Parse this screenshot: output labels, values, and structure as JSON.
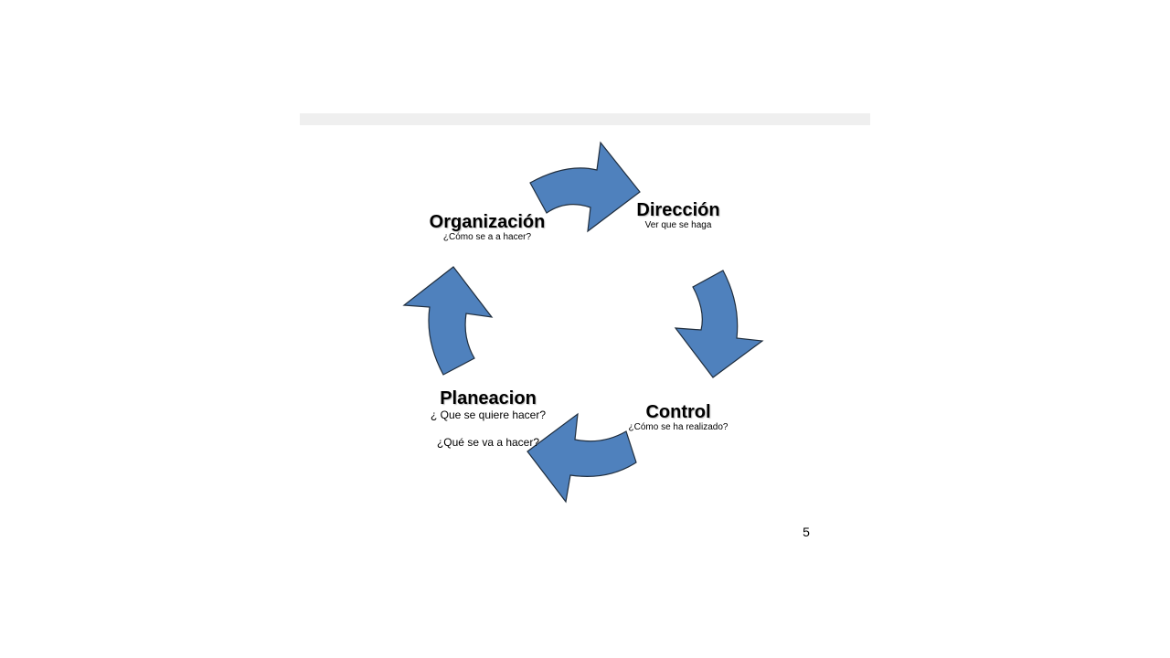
{
  "colors": {
    "arrow_fill": "#4f81bd",
    "arrow_stroke": "#1f2d3d",
    "band": "#efefef"
  },
  "cycle": {
    "organizacion": {
      "title": "Organización",
      "subtitle": "¿Cómo se a a hacer?"
    },
    "direccion": {
      "title": "Dirección",
      "subtitle": "Ver que se haga"
    },
    "control": {
      "title": "Control",
      "subtitle": "¿Cómo se ha realizado?"
    },
    "planeacion": {
      "title": "Planeacion",
      "line1": "¿ Que se quiere hacer?",
      "line2": "¿Qué se va a hacer?"
    }
  },
  "page_number": "5"
}
